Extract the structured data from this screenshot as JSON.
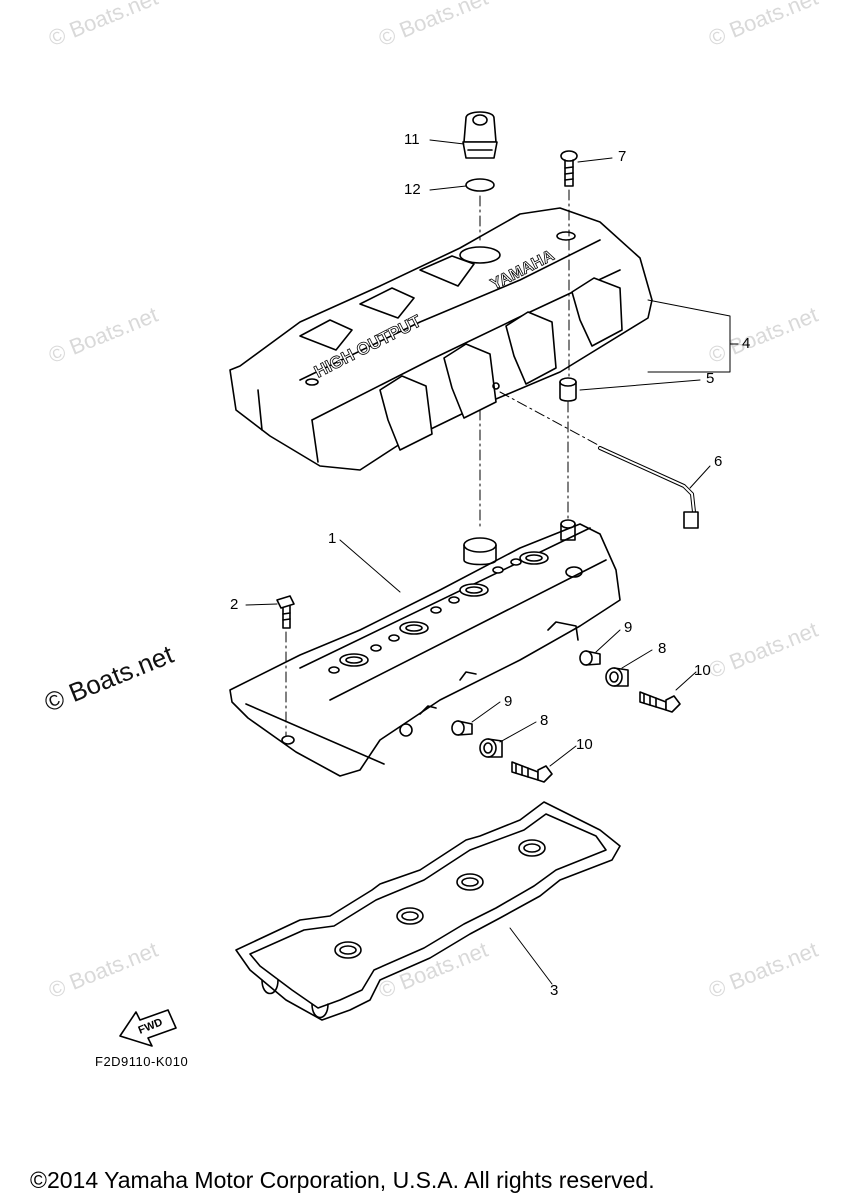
{
  "watermarks": {
    "text": "© Boats.net",
    "big_text": "© Boats.net"
  },
  "cover_lettering": {
    "brand": "YAMAHA",
    "model": "HIGH OUTPUT"
  },
  "fwd_label": "FWD",
  "callouts": {
    "c1": "1",
    "c2": "2",
    "c3": "3",
    "c4": "4",
    "c5": "5",
    "c6": "6",
    "c7": "7",
    "c8a": "8",
    "c8b": "8",
    "c9a": "9",
    "c9b": "9",
    "c10a": "10",
    "c10b": "10",
    "c11": "11",
    "c12": "12"
  },
  "diagram_code": "F2D9110-K010",
  "copyright": "©2014 Yamaha Motor Corporation, U.S.A. All rights reserved."
}
